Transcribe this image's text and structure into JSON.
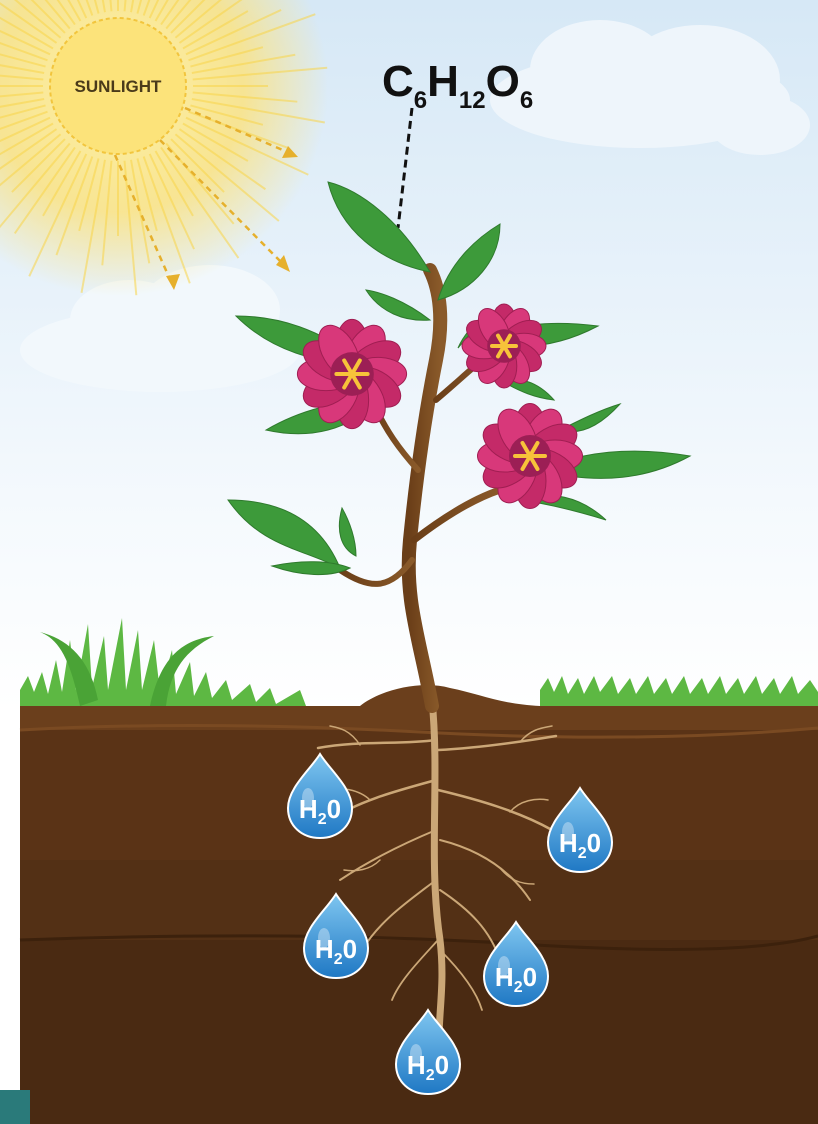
{
  "sun": {
    "label": "SUNLIGHT"
  },
  "formula": {
    "c": "C",
    "c_sub": "6",
    "h": "H",
    "h_sub": "12",
    "o": "O",
    "o_sub": "6"
  },
  "water_drops": [
    {
      "main": "H",
      "sub": "2",
      "end": "0"
    },
    {
      "main": "H",
      "sub": "2",
      "end": "0"
    },
    {
      "main": "H",
      "sub": "2",
      "end": "0"
    },
    {
      "main": "H",
      "sub": "2",
      "end": "0"
    },
    {
      "main": "H",
      "sub": "2",
      "end": "0"
    }
  ],
  "colors": {
    "sky_top": "#dbeaf7",
    "sky_bottom": "#ffffff",
    "sun": "#fbe27a",
    "sun_ray": "#f7c61c",
    "arrow": "#e8b22a",
    "soil_dark": "#4a2a12",
    "soil": "#5c3518",
    "grass": "#6cc04a",
    "stem": "#7a4a1e",
    "leaf": "#3f9a3c",
    "flower": "#d63a7a",
    "flower_center": "#f5c33b",
    "water": "#3d9ad6",
    "root": "#c8a77a"
  }
}
